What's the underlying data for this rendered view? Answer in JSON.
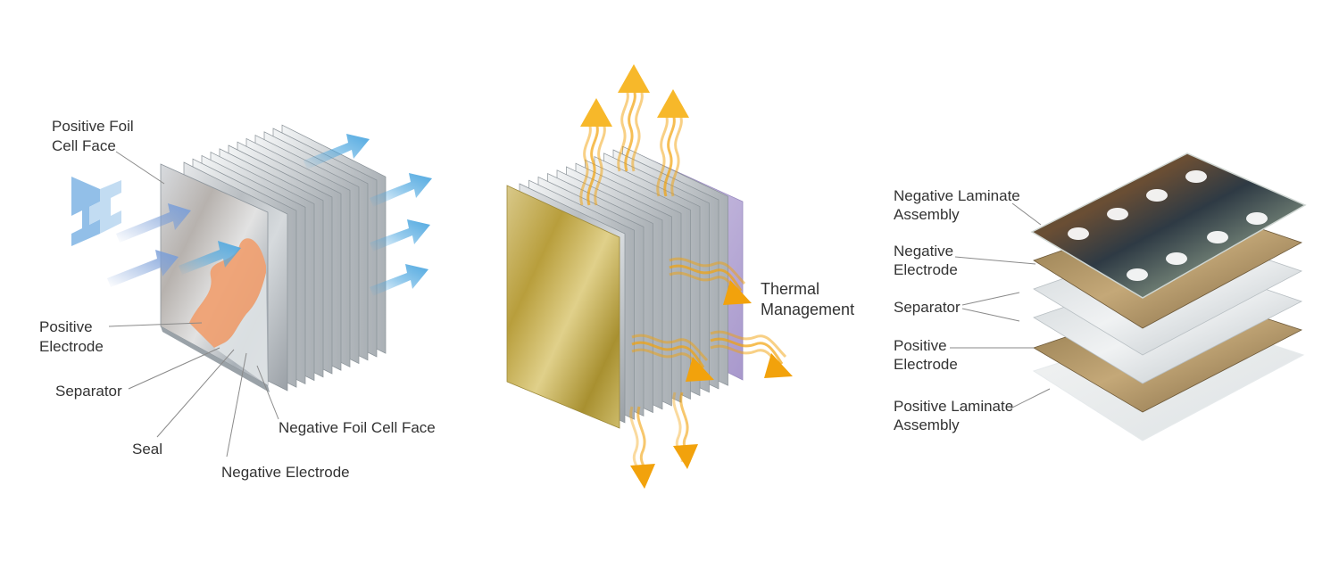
{
  "panels": [
    {
      "name": "cell-stack",
      "labels": {
        "positive_foil_cell_face": [
          "Positive Foil",
          "Cell Face"
        ],
        "positive_electrode": [
          "Positive",
          "Electrode"
        ],
        "separator": "Separator",
        "seal": "Seal",
        "negative_foil_cell_face": "Negative Foil Cell Face",
        "negative_electrode": "Negative Electrode"
      }
    },
    {
      "name": "thermal",
      "labels": {
        "thermal_management": [
          "Thermal",
          "Management"
        ]
      }
    },
    {
      "name": "laminate-layers",
      "labels": {
        "negative_laminate_assembly": [
          "Negative Laminate",
          "Assembly"
        ],
        "negative_electrode": [
          "Negative",
          "Electrode"
        ],
        "separator": "Separator",
        "positive_electrode": [
          "Positive",
          "Electrode"
        ],
        "positive_laminate_assembly": [
          "Positive Laminate",
          "Assembly"
        ]
      }
    }
  ],
  "colors": {
    "airflow_arrow": "#4fa8e0",
    "heat_arrow": "#f2a20c",
    "plate": "#c9cdd0",
    "positive_electrode": "#f0a070",
    "gold_face": "#c8b24a",
    "violet_face": "#b6a6d6",
    "label_text": "#333333",
    "leader_line": "#8a8a8a"
  }
}
